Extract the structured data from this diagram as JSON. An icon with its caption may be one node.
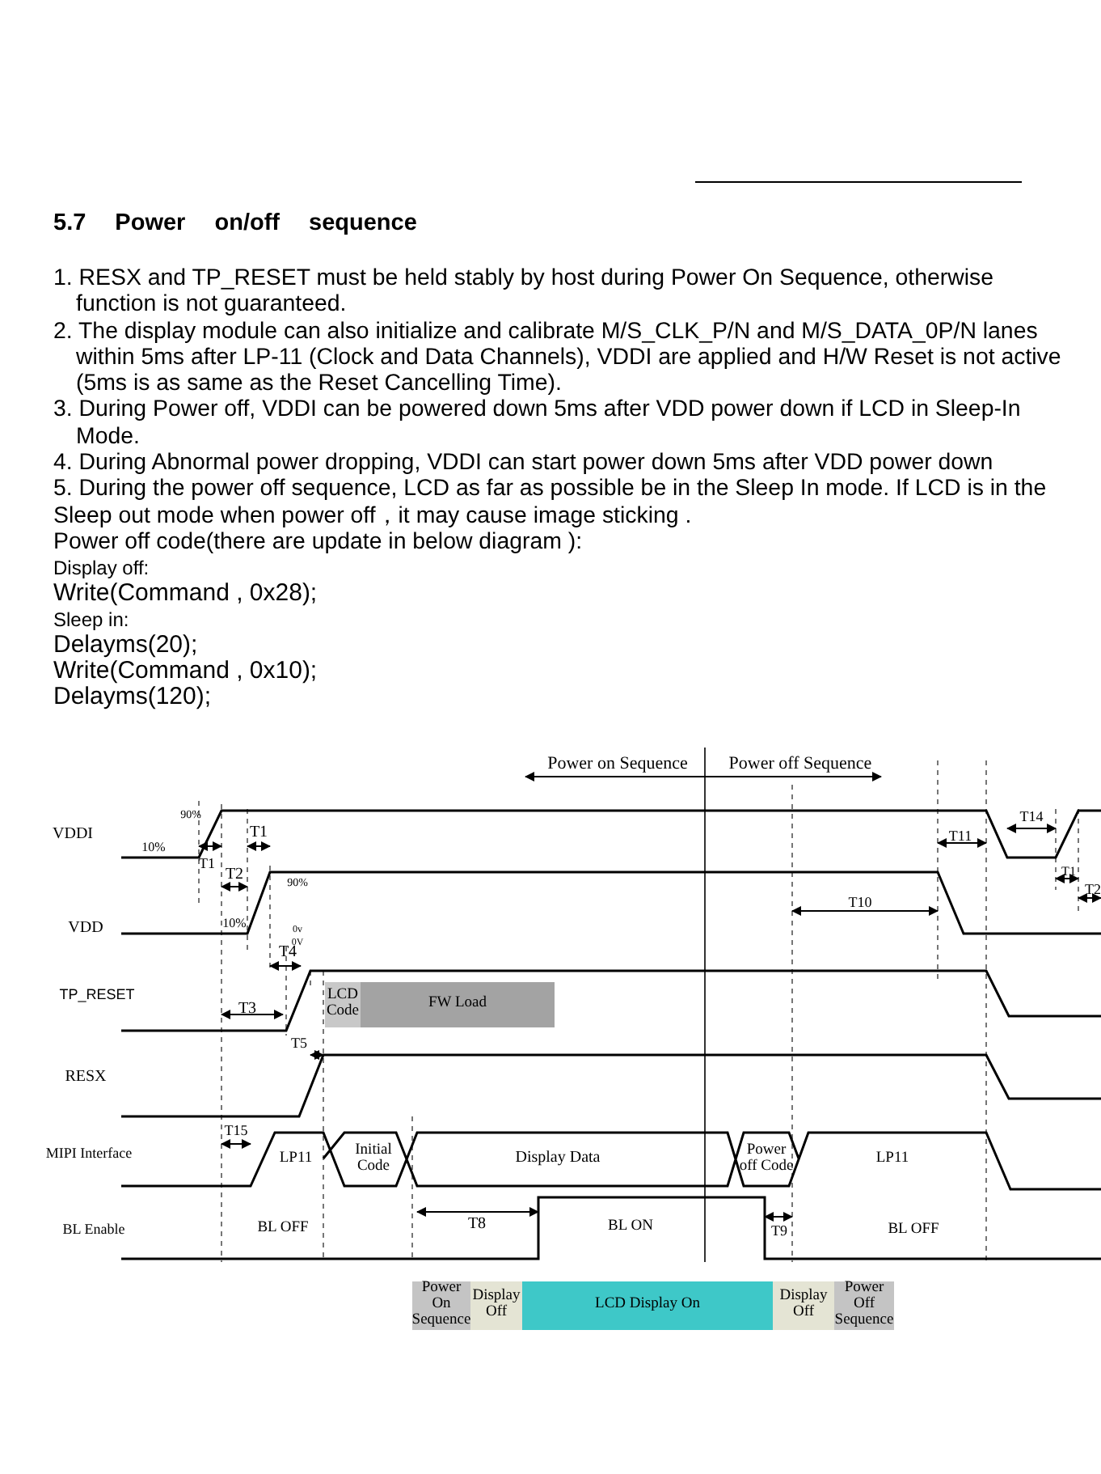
{
  "diagram": {
    "title": "5.7 Power on/off sequence",
    "nodes": [
      {
        "text": [
          "LCD Code"
        ]
      },
      {
        "text": [
          "FW Load"
        ]
      },
      {
        "text": [
          "Power On Sequence"
        ]
      },
      {
        "text": [
          "Display Off"
        ]
      },
      {
        "text": [
          "LCD Display On"
        ]
      },
      {
        "text": [
          "Display Off"
        ]
      },
      {
        "text": [
          "Power Off Sequence"
        ]
      }
    ],
    "edges": [],
    "labels": [
      "1. RESX and TP_RESET must be held stably by host during Power On Sequence, otherwise function is not guaranteed.",
      "2. The display module can also initialize and calibrate M/S_CLK_P/N and M/S_DATA_0P/N lanes within 5ms after LP-11 (Clock and Data Channels), VDDI are applied and H/W Reset is not active (5ms is as same as the Reset Cancelling Time).",
      "3. During Power off, VDDI can be powered down 5ms after VDD power down if LCD in Sleep-In Mode.",
      "4. During Abnormal power dropping, VDDI can start power down 5ms after VDD power down",
      "5. During the power off sequence, LCD as far as possible be in the Sleep In mode. If LCD is in the Sleep out mode when power off，it may cause image sticking .",
      "Power off code(there are update in below diagram ):",
      "Display off:",
      "Write(Command , 0x28);",
      "Sleep in:",
      "Delayms(20);",
      "Write(Command , 0x10);",
      "Delayms(120);",
      "Power on Sequence",
      "Power off Sequence",
      "90%",
      "T14",
      "VDDI",
      "T1",
      "10%",
      "T11",
      "T1",
      "T2",
      "90%",
      "T1",
      "T10",
      "T2",
      "VDD",
      "10%",
      "0v",
      "0V",
      "T4",
      "TP_RESET",
      "T3",
      "T5",
      "RESX",
      "T15",
      "MIPI Interface",
      "LP11",
      "Initial Code",
      "Display Data",
      "Power off Code",
      "LP11",
      "BL Enable",
      "BL OFF",
      "T8",
      "BL ON",
      "T9",
      "BL OFF"
    ]
  }
}
